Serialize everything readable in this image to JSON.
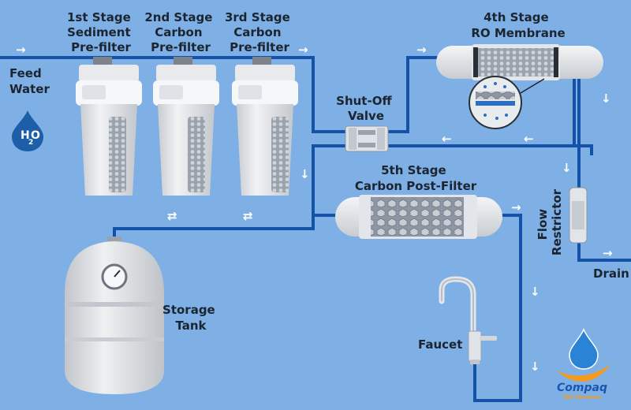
{
  "labels": {
    "stage1": [
      "1st Stage",
      "Sediment",
      "Pre-filter"
    ],
    "stage2": [
      "2nd Stage",
      "Carbon",
      "Pre-filter"
    ],
    "stage3": [
      "3rd Stage",
      "Carbon",
      "Pre-filter"
    ],
    "stage4": [
      "4th Stage",
      "RO Membrane"
    ],
    "stage5": [
      "5th Stage",
      "Carbon Post-Filter"
    ],
    "feed": [
      "Feed",
      "Water"
    ],
    "h2o_main": "H",
    "h2o_sub": "2",
    "h2o_end": "O",
    "shutoff": [
      "Shut-Off",
      "Valve"
    ],
    "flow": [
      "Flow",
      "Restrictor"
    ],
    "drain": "Drain",
    "storage": [
      "Storage",
      "Tank"
    ],
    "faucet": "Faucet"
  },
  "logo": {
    "name": "Compaq",
    "sub": "RO Services"
  },
  "colors": {
    "background": "#7eb0e6",
    "pipe": "#1452a8",
    "arrow": "#ffffff",
    "housing": "#e6e8ec"
  }
}
